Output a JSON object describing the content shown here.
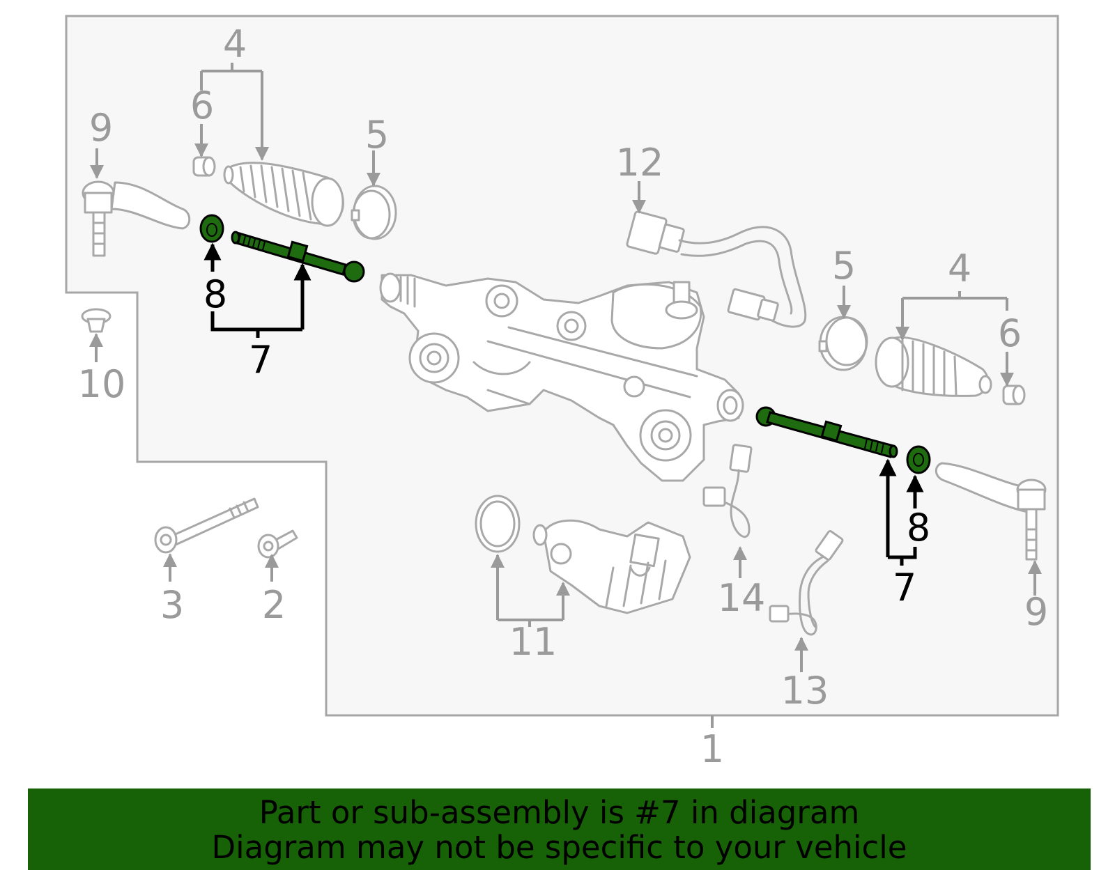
{
  "callouts": {
    "n1": "1",
    "n2": "2",
    "n3": "3",
    "n4_left": "4",
    "n4_right": "4",
    "n5_left": "5",
    "n5_right": "5",
    "n6_left": "6",
    "n6_right": "6",
    "n7_left": "7",
    "n7_right": "7",
    "n8_left": "8",
    "n8_right": "8",
    "n9_left": "9",
    "n9_right": "9",
    "n10": "10",
    "n11": "11",
    "n12": "12",
    "n13": "13",
    "n14": "14"
  },
  "highlighted_part": "7",
  "colors": {
    "highlight": "#1e6b10",
    "banner": "#176106",
    "panel": "#f7f7f7",
    "line": "#a8a8a8"
  },
  "banner": {
    "line1": "Part or sub-assembly is #7 in diagram",
    "line2": "Diagram may not be specific to your vehicle"
  }
}
